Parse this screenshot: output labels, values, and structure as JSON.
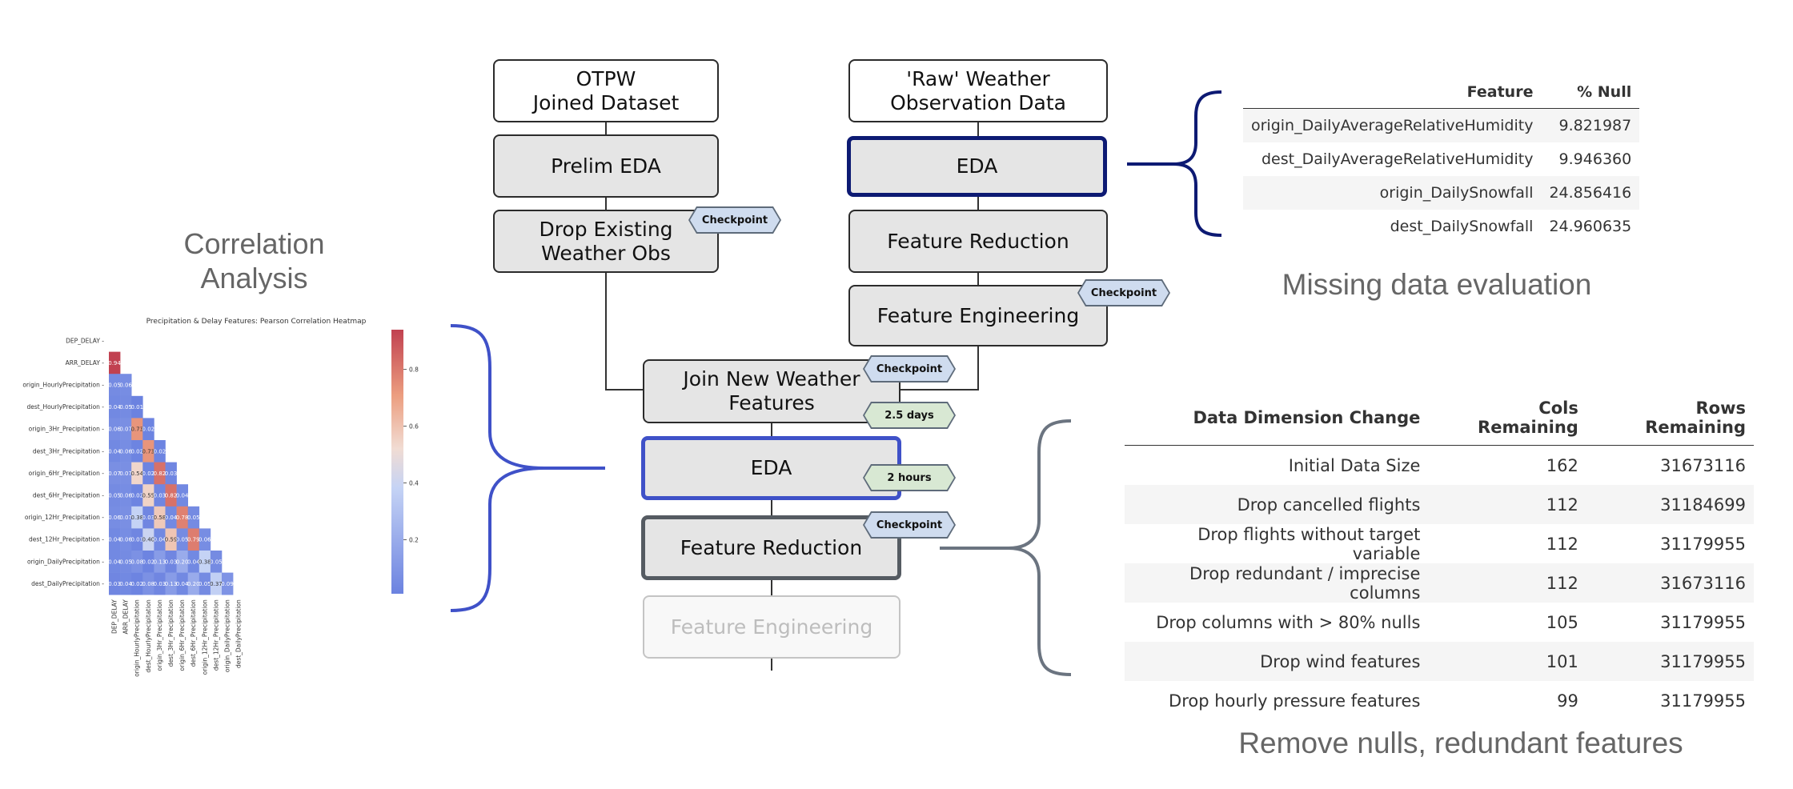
{
  "pipeline": {
    "left": {
      "source": "OTPW\nJoined Dataset",
      "prelim_eda": "Prelim EDA",
      "drop_weather": "Drop Existing\nWeather Obs"
    },
    "right": {
      "source": "'Raw' Weather\nObservation Data",
      "eda": "EDA",
      "feature_reduction": "Feature Reduction",
      "feature_engineering": "Feature Engineering"
    },
    "center": {
      "join": "Join New Weather\nFeatures",
      "eda": "EDA",
      "feature_reduction": "Feature Reduction",
      "feature_engineering": "Feature Engineering"
    },
    "tags": {
      "checkpoint": "Checkpoint",
      "join_time": "2.5 days",
      "eda_time": "2 hours"
    },
    "colors": {
      "eda_right_border": "#0d1a73",
      "eda_center_border": "#3f51c8",
      "reduction_border": "#555b62",
      "checkpoint_fill": "#cfdcef",
      "time_fill": "#d8e8d3"
    }
  },
  "correlation": {
    "title": "Correlation\nAnalysis",
    "brace_color": "#3f51c8"
  },
  "missing": {
    "title": "Missing data evaluation",
    "brace_color": "#0d1a73",
    "headers": [
      "Feature",
      "% Null"
    ],
    "rows": [
      [
        "origin_DailyAverageRelativeHumidity",
        "9.821987"
      ],
      [
        "dest_DailyAverageRelativeHumidity",
        "9.946360"
      ],
      [
        "origin_DailySnowfall",
        "24.856416"
      ],
      [
        "dest_DailySnowfall",
        "24.960635"
      ]
    ]
  },
  "dimensions": {
    "title": "Remove nulls, redundant features",
    "brace_color": "#6b7480",
    "headers": [
      "Data Dimension Change",
      "Cols Remaining",
      "Rows Remaining"
    ],
    "rows": [
      [
        "Initial Data Size",
        "162",
        "31673116"
      ],
      [
        "Drop cancelled flights",
        "112",
        "31184699"
      ],
      [
        "Drop flights without target variable",
        "112",
        "31179955"
      ],
      [
        "Drop redundant / imprecise columns",
        "112",
        "31673116"
      ],
      [
        "Drop columns with > 80% nulls",
        "105",
        "31179955"
      ],
      [
        "Drop wind features",
        "101",
        "31179955"
      ],
      [
        "Drop hourly pressure features",
        "99",
        "31179955"
      ]
    ]
  },
  "chart_data": {
    "type": "heatmap",
    "title": "Precipitation &  Delay Features: Pearson Correlation Heatmap",
    "labels": [
      "DEP_DELAY",
      "ARR_DELAY",
      "origin_HourlyPrecipitation",
      "dest_HourlyPrecipitation",
      "origin_3Hr_Precipitation",
      "dest_3Hr_Precipitation",
      "origin_6Hr_Precipitation",
      "dest_6Hr_Precipitation",
      "origin_12Hr_Precipitation",
      "dest_12Hr_Precipitation",
      "origin_DailyPrecipitation",
      "dest_DailyPrecipitation"
    ],
    "lower_triangle": [
      [],
      [
        0.94
      ],
      [
        0.05,
        0.06
      ],
      [
        0.04,
        0.05,
        0.01
      ],
      [
        0.06,
        0.07,
        0.73,
        0.02
      ],
      [
        0.04,
        0.06,
        0.02,
        0.73,
        0.02
      ],
      [
        0.07,
        0.07,
        0.54,
        0.02,
        0.82,
        0.03
      ],
      [
        0.05,
        0.06,
        0.02,
        0.55,
        0.03,
        0.82,
        0.04
      ],
      [
        0.06,
        0.07,
        0.38,
        0.03,
        0.58,
        0.04,
        0.78,
        0.05
      ],
      [
        0.04,
        0.06,
        0.03,
        0.4,
        0.04,
        0.59,
        0.05,
        0.79,
        0.06
      ],
      [
        0.04,
        0.05,
        0.08,
        0.02,
        0.13,
        0.03,
        0.2,
        0.04,
        0.38,
        0.05
      ],
      [
        0.03,
        0.04,
        0.02,
        0.08,
        0.03,
        0.13,
        0.04,
        0.2,
        0.05,
        0.37,
        0.09
      ]
    ],
    "colorbar_ticks": [
      "0.2",
      "0.4",
      "0.6",
      "0.8"
    ],
    "colorbar_values": [
      0.2,
      0.4,
      0.6,
      0.8
    ],
    "vmin": 0.01,
    "vmax": 0.94,
    "colormap": "coolwarm"
  }
}
